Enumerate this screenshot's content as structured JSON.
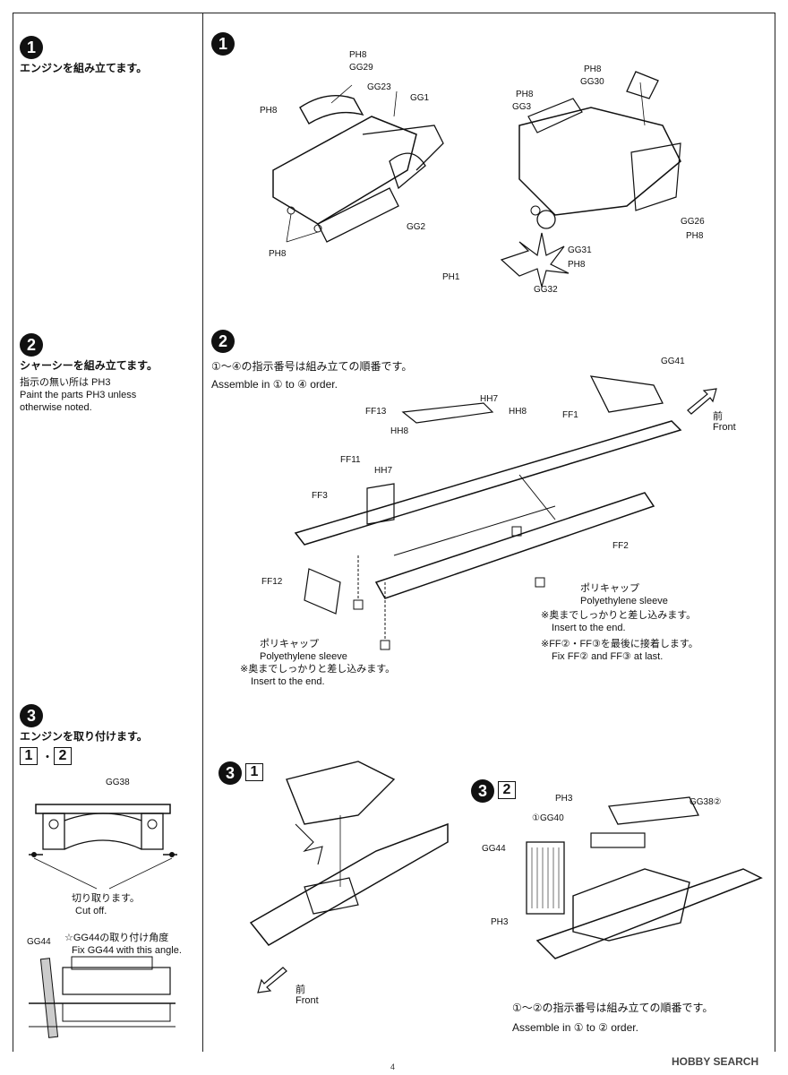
{
  "step1": {
    "badge": "1",
    "title_jp": "エンジンを組み立てます。",
    "labels_left": [
      "PH8",
      "GG29",
      "GG23",
      "GG1",
      "PH8",
      "GG2",
      "PH8"
    ],
    "labels_right": [
      "PH8",
      "GG30",
      "PH8",
      "GG3",
      "GG26",
      "PH8",
      "GG31",
      "PH8",
      "PH1",
      "GG32"
    ]
  },
  "step2": {
    "badge": "2",
    "title_jp": "シャーシーを組み立てます。",
    "note_jp": "指示の無い所は PH3",
    "note_en": "Paint the parts PH3 unless otherwise noted.",
    "order_jp": "①～④の指示番号は組み立ての順番です。",
    "order_en": "Assemble in ① to ④ order.",
    "front_jp": "前",
    "front_en": "Front",
    "labels": {
      "gg41": "GG41",
      "ff13": "FF13",
      "hh7a": "HH7",
      "hh8a": "HH8",
      "ff1": "FF1",
      "hh8b": "HH8",
      "ff11": "FF11",
      "hh7b": "HH7",
      "ff3": "FF3",
      "ff12": "FF12",
      "ff2": "FF2"
    },
    "poly_right_jp": "ポリキャップ",
    "poly_right_en": "Polyethylene sleeve",
    "poly_right_note_jp": "※奥までしっかりと差し込みます。",
    "poly_right_note_en": "Insert to the end.",
    "fix_note_jp": "※FF②・FF③を最後に接着します。",
    "fix_note_en": "Fix FF② and FF③ at last.",
    "poly_left_jp": "ポリキャップ",
    "poly_left_en": "Polyethylene sleeve",
    "poly_left_note_jp": "※奥までしっかりと差し込みます。",
    "poly_left_note_en": "Insert to the end."
  },
  "step3": {
    "badge": "3",
    "title_jp": "エンジンを取り付けます。",
    "box1": "1",
    "box2": "2",
    "dot": "・",
    "gg38": "GG38",
    "cut_jp": "切り取ります。",
    "cut_en": "Cut off.",
    "gg44_angle_jp": "☆GG44の取り付け角度",
    "gg44_angle_en": "Fix GG44 with this angle.",
    "gg44": "GG44",
    "sub1_box": "1",
    "sub2_box": "2",
    "front_jp": "前",
    "front_en": "Front",
    "sub2_labels": [
      "PH3",
      "GG38②",
      "①GG40",
      "GG44",
      "PH3"
    ],
    "order_jp": "①～②の指示番号は組み立ての順番です。",
    "order_en": "Assemble in ① to ② order."
  },
  "footer": {
    "page_number": "4",
    "watermark": "HOBBY SEARCH"
  }
}
